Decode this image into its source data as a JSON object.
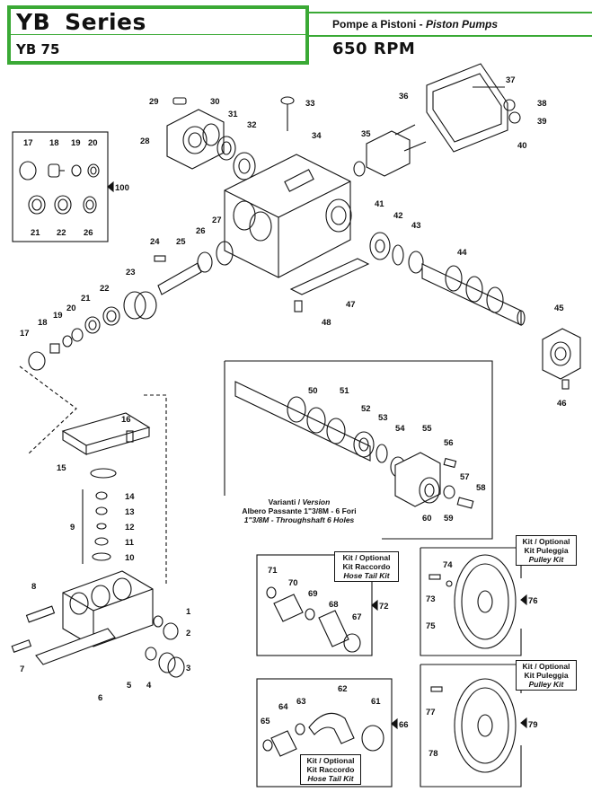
{
  "header": {
    "series": "YB",
    "series_word": "Series",
    "model": "YB 75",
    "pumps_it": "Pompe a Pistoni - ",
    "pumps_en": "Piston Pumps",
    "rpm": "650 RPM"
  },
  "colors": {
    "accent": "#3aa935",
    "line": "#111111",
    "part_fill": "#ffffff",
    "shade": "#d8d8d8"
  },
  "callouts": [
    "1",
    "2",
    "3",
    "4",
    "5",
    "6",
    "7",
    "8",
    "9",
    "10",
    "11",
    "12",
    "13",
    "14",
    "15",
    "16",
    "17",
    "18",
    "19",
    "20",
    "21",
    "22",
    "23",
    "24",
    "25",
    "26",
    "27",
    "28",
    "29",
    "30",
    "31",
    "32",
    "33",
    "34",
    "35",
    "36",
    "37",
    "38",
    "39",
    "40",
    "41",
    "42",
    "43",
    "44",
    "45",
    "46",
    "47",
    "48",
    "50",
    "51",
    "52",
    "53",
    "54",
    "55",
    "56",
    "57",
    "58",
    "59",
    "60",
    "61",
    "62",
    "63",
    "64",
    "65",
    "66",
    "67",
    "68",
    "69",
    "70",
    "71",
    "72",
    "73",
    "74",
    "75",
    "76",
    "77",
    "78",
    "79",
    "100"
  ],
  "boxes": {
    "version": {
      "l1_it": "Varianti / ",
      "l1_en": "Version",
      "l2": "Albero Passante 1\"3/8M - 6 Fori",
      "l3": "1\"3/8M - Throughshaft 6 Holes"
    },
    "hose72": {
      "l1": "Kit / Optional",
      "l2": "Kit Raccordo",
      "l3": "Hose Tail Kit"
    },
    "pulley76": {
      "l1": "Kit / Optional",
      "l2": "Kit Puleggia",
      "l3": "Pulley Kit"
    },
    "pulley79": {
      "l1": "Kit / Optional",
      "l2": "Kit Puleggia",
      "l3": "Pulley Kit"
    },
    "hose66": {
      "l1": "Kit / Optional",
      "l2": "Kit Raccordo",
      "l3": "Hose Tail Kit"
    }
  }
}
